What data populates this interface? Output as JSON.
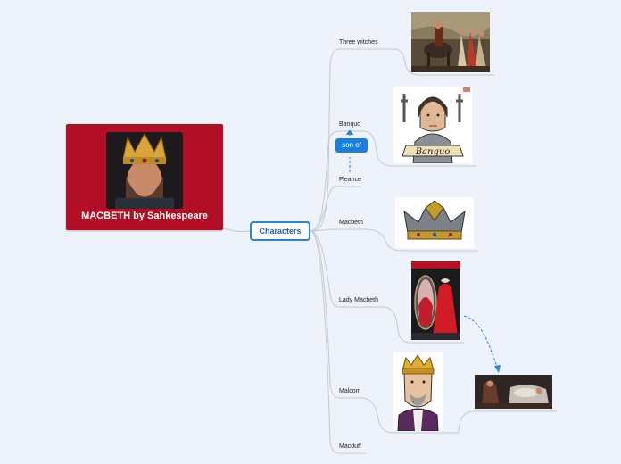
{
  "root": {
    "title": "MACBETH by Sahkespeare",
    "image_icon": "crowned-king-portrait"
  },
  "central": {
    "label": "Characters"
  },
  "topics": [
    {
      "label": "Three witches",
      "image_icon": "witches-painting"
    },
    {
      "label": "Banquo",
      "image_icon": "banquo-cartoon",
      "image_caption": "Banquo"
    },
    {
      "label": "Fleance"
    },
    {
      "label": "Macbeth",
      "image_icon": "crown-illustration"
    },
    {
      "label": "Lady Macbeth",
      "image_icon": "lady-macbeth-poster"
    },
    {
      "label": "Malcom",
      "image_icon": "king-cartoon"
    },
    {
      "label": "Macduff"
    }
  ],
  "relationship": {
    "label": "son of"
  },
  "floating_image_icon": "sleeping-king-painting",
  "colors": {
    "root_bg": "#b20e26",
    "central_border": "#2c84d6",
    "badge_bg": "#1a7ee0",
    "canvas_bg": "#eef2fb",
    "connector": "#c4c8cf"
  }
}
